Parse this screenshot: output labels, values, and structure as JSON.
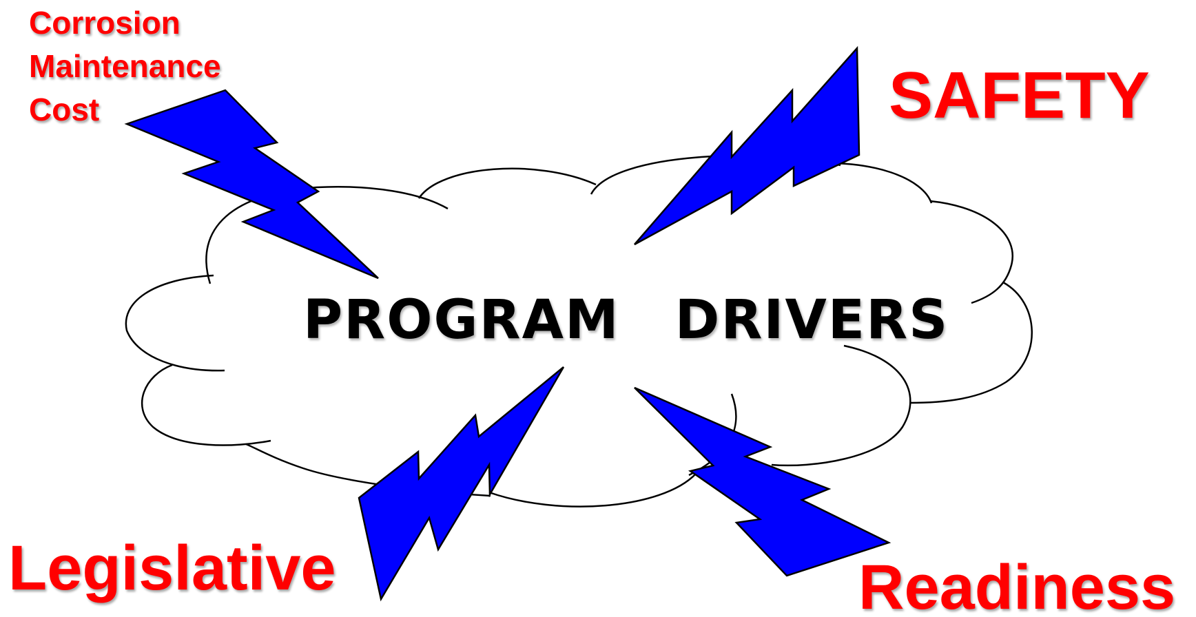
{
  "colors": {
    "label_red": "#ff0000",
    "bolt_blue": "#0000ff",
    "outline": "#000000",
    "cloud_fill": "#ffffff"
  },
  "center": {
    "word1": "PROGRAM",
    "word2": "DRIVERS"
  },
  "drivers": {
    "corrosion": {
      "line1": "Corrosion",
      "line2": "Maintenance",
      "line3": "Cost"
    },
    "safety": "SAFETY",
    "legislative": "Legislative",
    "readiness": "Readiness"
  },
  "icons": [
    "cloud-shape",
    "lightning-bolt-icon"
  ]
}
